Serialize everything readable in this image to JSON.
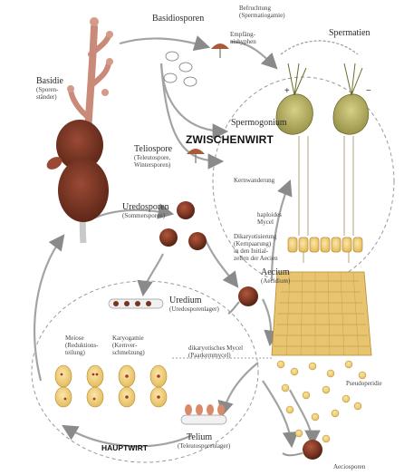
{
  "labels": {
    "basidiosporen": "Basidiosporen",
    "befruchtung": "Befruchtung",
    "spermatiogamie": "(Spermatiogamie)",
    "spermatien": "Spermatien",
    "empfaengnis": "Empfäng-",
    "nishyphen": "nishyphen",
    "basidie": "Basidie",
    "basidie_sub1": "(Sporen-",
    "basidie_sub2": "ständer)",
    "spermogonium": "Spermogonium",
    "zwischenwirt": "ZWISCHENWIRT",
    "teliospore": "Teliospore",
    "teliospore_sub1": "(Teleutospore,",
    "teliospore_sub2": "Wintersporen)",
    "kernwanderung": "Kernwanderung",
    "uredosporen": "Uredosporen",
    "uredosporen_sub": "(Sommersporen)",
    "haploides": "haploides",
    "mycel": "Mycel",
    "dikaryotisierung": "Dikaryotisierung",
    "kernpaarung": "(Kernpaarung)",
    "in_den_initial": "in den Initial-",
    "zellen_der_aecien": "zellen der Aecien",
    "aecium": "Aecium",
    "aecidium": "(Aecidium)",
    "uredium": "Uredium",
    "uredium_sub": "(Uredosporenlager)",
    "meiose": "Meiose",
    "reduktions": "(Reduktions-",
    "teilung": "teilung)",
    "karyogamie": "Karyogamie",
    "kernver": "(Kernver-",
    "schmelzung": "schmelzung)",
    "dikaryotisches_mycel": "dikaryotisches Mycel",
    "paarkernmycel": "(Paarkernmycel)",
    "peridie": "Pseudoperidie",
    "telium": "Telium",
    "telium_sub": "(Teleutosporenlager)",
    "hauptwirt": "HAUPTWIRT",
    "aeciosporen": "Aeciosporen"
  },
  "symbols": {
    "plus": "+",
    "minus": "−"
  },
  "colors": {
    "spore_brown": "#7a3522",
    "aecium_tan": "#c8962e",
    "cell_yellow": "#f0d27a",
    "spermogonium_olive": "#a8a155",
    "line_gray": "#8a8a8a"
  }
}
